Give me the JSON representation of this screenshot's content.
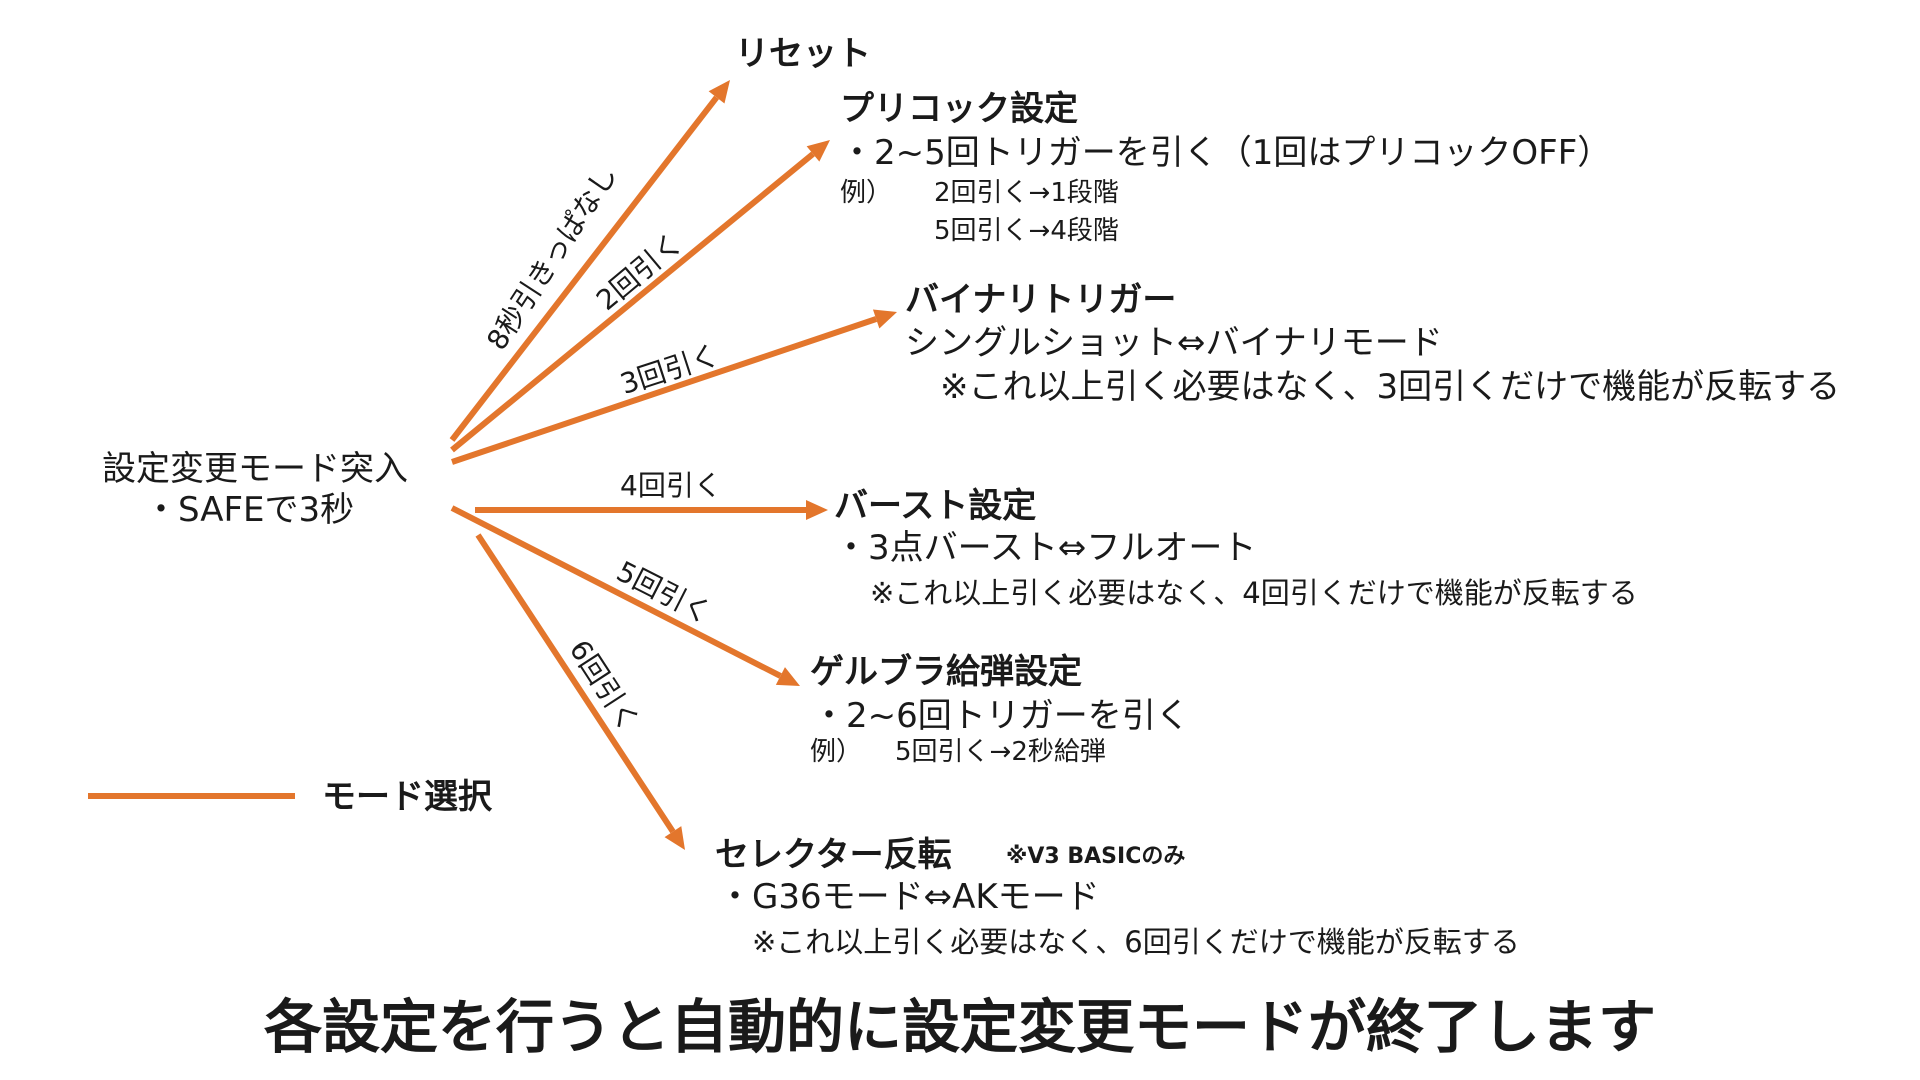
{
  "accent_color": "#e3762c",
  "start": {
    "line1": "設定変更モード突入",
    "line2": "・SAFEで3秒"
  },
  "branches": [
    {
      "label": "8秒引きっぱなし"
    },
    {
      "label": "2回引く"
    },
    {
      "label": "3回引く"
    },
    {
      "label": "4回引く"
    },
    {
      "label": "5回引く"
    },
    {
      "label": "6回引く"
    }
  ],
  "modes": {
    "reset": {
      "title": "リセット"
    },
    "precock": {
      "title": "プリコック設定",
      "line1": "・2~5回トリガーを引く（1回はプリコックOFF）",
      "example_prefix": "例）",
      "example1": "2回引く→1段階",
      "example2": "5回引く→4段階"
    },
    "binary": {
      "title": "バイナリトリガー",
      "line1": "シングルショット⇔バイナリモード",
      "note": "※これ以上引く必要はなく、3回引くだけで機能が反転する"
    },
    "burst": {
      "title": "バースト設定",
      "line1": "・3点バースト⇔フルオート",
      "note": "※これ以上引く必要はなく、4回引くだけで機能が反転する"
    },
    "gelbra": {
      "title": "ゲルブラ給弾設定",
      "line1": "・2~6回トリガーを引く",
      "example_prefix": "例）",
      "example1": "5回引く→2秒給弾"
    },
    "selector": {
      "title": "セレクター反転",
      "tag": "※V3 BASICのみ",
      "line1": "・G36モード⇔AKモード",
      "note": "※これ以上引く必要はなく、6回引くだけで機能が反転する"
    }
  },
  "legend": {
    "label": "モード選択"
  },
  "footer": "各設定を行うと自動的に設定変更モードが終了します"
}
